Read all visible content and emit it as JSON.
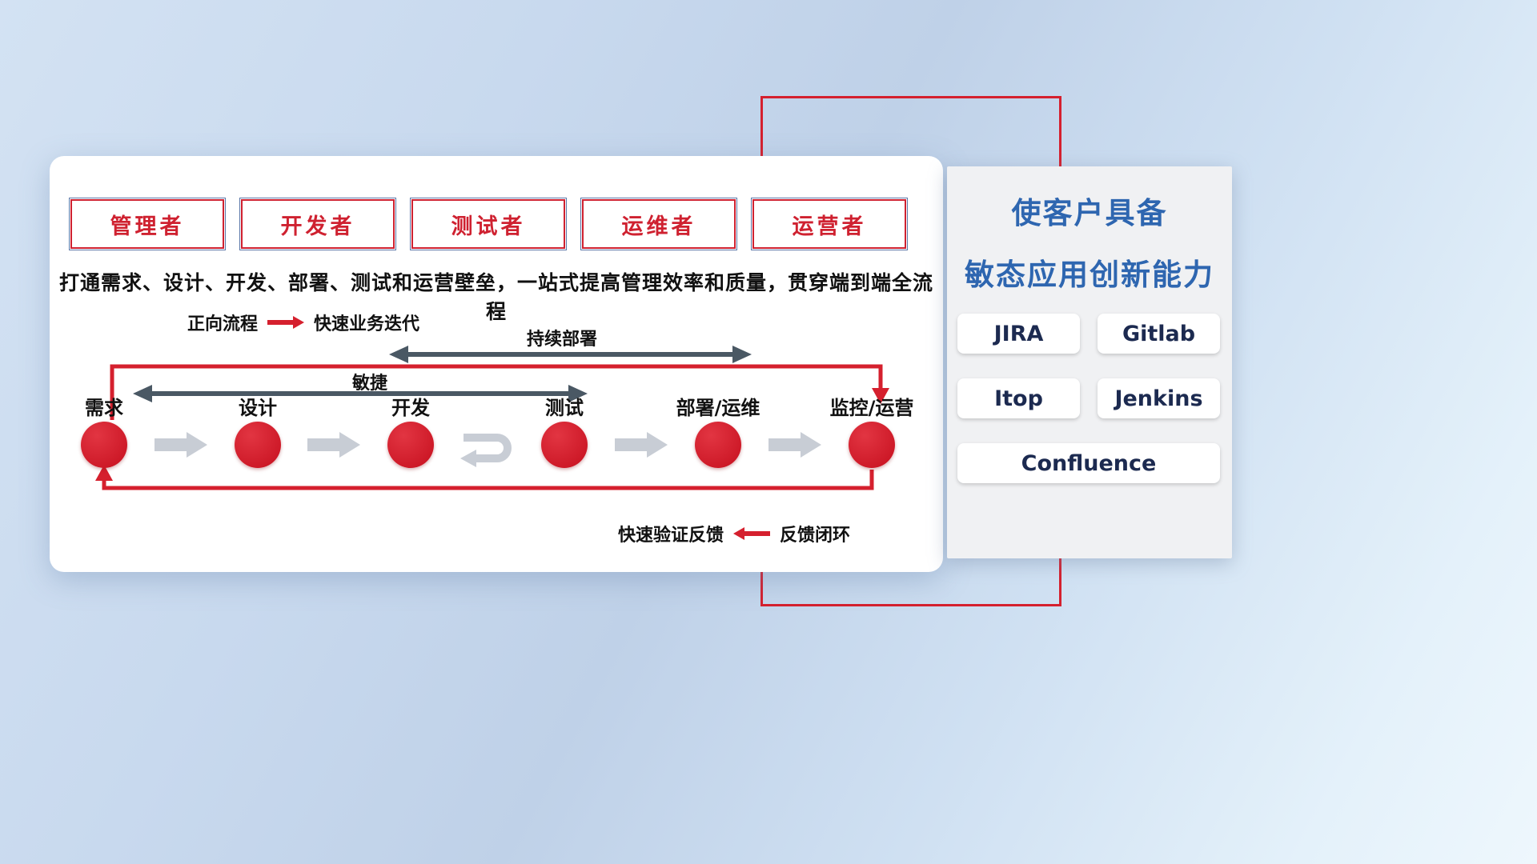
{
  "roles": [
    {
      "label": "管理者"
    },
    {
      "label": "开发者"
    },
    {
      "label": "测试者"
    },
    {
      "label": "运维者"
    },
    {
      "label": "运营者"
    }
  ],
  "subtitle": "打通需求、设计、开发、部署、测试和运营壁垒，一站式提高管理效率和质量，贯穿端到端全流程",
  "legend_forward": {
    "label": "正向流程",
    "desc": "快速业务迭代"
  },
  "legend_feedback": {
    "desc": "快速验证反馈",
    "label": "反馈闭环"
  },
  "flow": {
    "stages": [
      "需求",
      "设计",
      "开发",
      "测试",
      "部署/运维",
      "监控/运营"
    ],
    "agile_label": "敏捷",
    "cd_label": "持续部署"
  },
  "right_panel": {
    "title_line1": "使客户具备",
    "title_line2": "敏态应用创新能力",
    "tools": [
      "JIRA",
      "Gitlab",
      "Itop",
      "Jenkins",
      "Confluence"
    ]
  },
  "colors": {
    "accent_red": "#d5202e",
    "title_blue": "#2e66b0",
    "dark_arrow": "#4a5864",
    "gray_arrow": "#c8cdd5"
  }
}
